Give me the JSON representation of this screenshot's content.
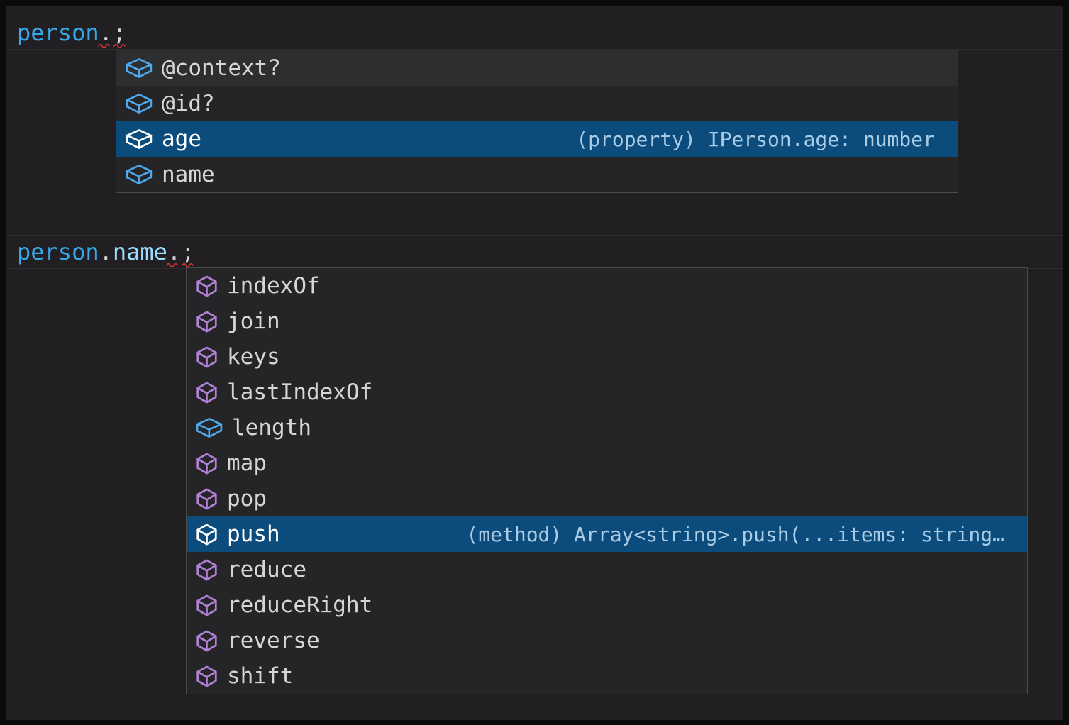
{
  "colors": {
    "frame": "#0a0a0b",
    "editor_bg": "#211f22",
    "line_highlight_border": "#2d2b2e",
    "widget_bg": "#252527",
    "widget_border": "#4a4a4d",
    "row_hover_bg": "#2c2e30",
    "row_selected_bg": "#0b4c7c",
    "label_color": "#d6d6d6",
    "label_selected_color": "#ffffff",
    "detail_color": "#a9cbe4",
    "token_variable": "#38a7e8",
    "token_property": "#9cdcfe",
    "token_punctuation": "#d4d4d4",
    "error_squiggle": "#e23b30",
    "icon_field": "#4fa8ec",
    "icon_method": "#b180d7"
  },
  "code": {
    "line1": {
      "t0": "person",
      "t1": ".",
      "t2": ";"
    },
    "line2": {
      "t0": "person",
      "t1": ".",
      "t2": "name",
      "t3": ".",
      "t4": ";"
    }
  },
  "suggest1": {
    "items": [
      {
        "label": "@context?",
        "kind": "field",
        "state": "hover",
        "detail": ""
      },
      {
        "label": "@id?",
        "kind": "field",
        "state": "",
        "detail": ""
      },
      {
        "label": "age",
        "kind": "field",
        "state": "selected",
        "detail": "(property) IPerson.age: number"
      },
      {
        "label": "name",
        "kind": "field",
        "state": "",
        "detail": ""
      }
    ]
  },
  "suggest2": {
    "items": [
      {
        "label": "indexOf",
        "kind": "method",
        "state": "",
        "detail": ""
      },
      {
        "label": "join",
        "kind": "method",
        "state": "",
        "detail": ""
      },
      {
        "label": "keys",
        "kind": "method",
        "state": "",
        "detail": ""
      },
      {
        "label": "lastIndexOf",
        "kind": "method",
        "state": "",
        "detail": ""
      },
      {
        "label": "length",
        "kind": "field",
        "state": "",
        "detail": ""
      },
      {
        "label": "map",
        "kind": "method",
        "state": "",
        "detail": ""
      },
      {
        "label": "pop",
        "kind": "method",
        "state": "",
        "detail": ""
      },
      {
        "label": "push",
        "kind": "method",
        "state": "selected",
        "detail": "(method) Array<string>.push(...items: string…"
      },
      {
        "label": "reduce",
        "kind": "method",
        "state": "",
        "detail": ""
      },
      {
        "label": "reduceRight",
        "kind": "method",
        "state": "",
        "detail": ""
      },
      {
        "label": "reverse",
        "kind": "method",
        "state": "",
        "detail": ""
      },
      {
        "label": "shift",
        "kind": "method",
        "state": "",
        "detail": ""
      }
    ]
  }
}
